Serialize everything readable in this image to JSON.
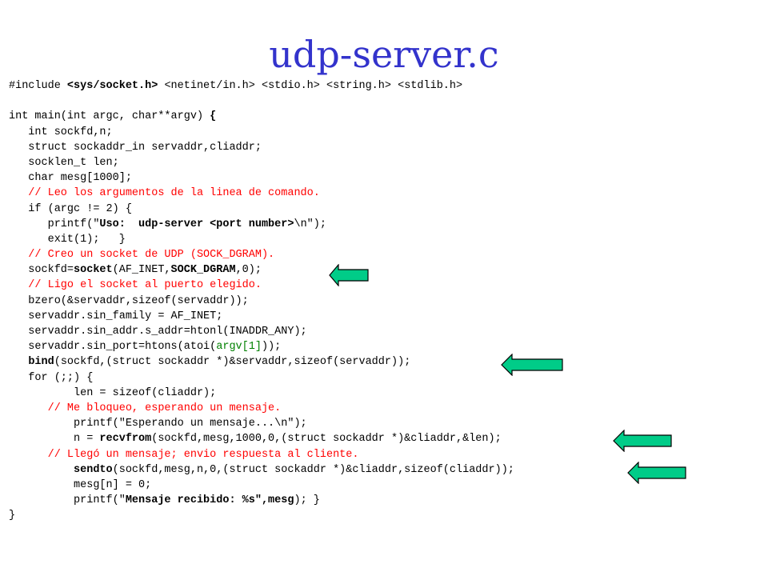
{
  "title": "udp-server.c",
  "colors": {
    "title": "#3333cc",
    "code": "#000000",
    "comment": "#ff0000",
    "highlight": "#008000",
    "arrow_fill": "#00cc88",
    "arrow_stroke": "#000000"
  },
  "code_lines": [
    [
      {
        "t": "#include "
      },
      {
        "t": "<sys/socket.h>",
        "c": "b"
      },
      {
        "t": " <netinet/in.h> <stdio.h> <string.h> <stdlib.h>"
      }
    ],
    [
      {
        "t": ""
      }
    ],
    [
      {
        "t": "int main(int argc, char**argv) "
      },
      {
        "t": "{",
        "c": "b"
      }
    ],
    [
      {
        "t": "   int sockfd,n;"
      }
    ],
    [
      {
        "t": "   struct sockaddr_in servaddr,cliaddr;"
      }
    ],
    [
      {
        "t": "   socklen_t len;"
      }
    ],
    [
      {
        "t": "   char mesg[1000];"
      }
    ],
    [
      {
        "t": "   // Leo los argumentos de la linea de comando.",
        "c": "cm"
      }
    ],
    [
      {
        "t": "   if (argc != 2) {"
      }
    ],
    [
      {
        "t": "      printf(\""
      },
      {
        "t": "Uso:  udp-server <port number>",
        "c": "b"
      },
      {
        "t": "\\n\");"
      }
    ],
    [
      {
        "t": "      exit(1);   }"
      }
    ],
    [
      {
        "t": "   // Creo un socket de UDP (SOCK_DGRAM).",
        "c": "cm"
      }
    ],
    [
      {
        "t": "   sockfd="
      },
      {
        "t": "socket",
        "c": "b"
      },
      {
        "t": "(AF_INET,"
      },
      {
        "t": "SOCK_DGRAM",
        "c": "b"
      },
      {
        "t": ",0);"
      }
    ],
    [
      {
        "t": "   // Ligo el socket al puerto elegido.",
        "c": "cm"
      }
    ],
    [
      {
        "t": "   bzero(&servaddr,sizeof(servaddr));"
      }
    ],
    [
      {
        "t": "   servaddr.sin_family = AF_INET;"
      }
    ],
    [
      {
        "t": "   servaddr.sin_addr.s_addr=htonl(INADDR_ANY);"
      }
    ],
    [
      {
        "t": "   servaddr.sin_port=htons(atoi("
      },
      {
        "t": "argv[1]",
        "c": "g"
      },
      {
        "t": "));"
      }
    ],
    [
      {
        "t": "   "
      },
      {
        "t": "bind",
        "c": "b"
      },
      {
        "t": "(sockfd,(struct sockaddr *)&servaddr,sizeof(servaddr));"
      }
    ],
    [
      {
        "t": "   for (;;) {"
      }
    ],
    [
      {
        "t": "          len = sizeof(cliaddr);"
      }
    ],
    [
      {
        "t": "      // Me bloqueo, esperando un mensaje.",
        "c": "cm"
      }
    ],
    [
      {
        "t": "          printf(\"Esperando un mensaje...\\n\");"
      }
    ],
    [
      {
        "t": "          n = "
      },
      {
        "t": "recvfrom",
        "c": "b"
      },
      {
        "t": "(sockfd,mesg,1000,0,(struct sockaddr *)&cliaddr,&len);"
      }
    ],
    [
      {
        "t": "      // Llegó un mensaje; envio respuesta al cliente.",
        "c": "cm"
      }
    ],
    [
      {
        "t": "          "
      },
      {
        "t": "sendto",
        "c": "b"
      },
      {
        "t": "(sockfd,mesg,n,0,(struct sockaddr *)&cliaddr,sizeof(cliaddr));"
      }
    ],
    [
      {
        "t": "          mesg[n] = 0;"
      }
    ],
    [
      {
        "t": "          printf(\""
      },
      {
        "t": "Mensaje recibido: %s\",mesg",
        "c": "b"
      },
      {
        "t": "); }"
      }
    ],
    [
      {
        "t": "}"
      }
    ]
  ],
  "arrows": [
    {
      "target": "socket"
    },
    {
      "target": "bind"
    },
    {
      "target": "recvfrom"
    },
    {
      "target": "sendto"
    }
  ]
}
